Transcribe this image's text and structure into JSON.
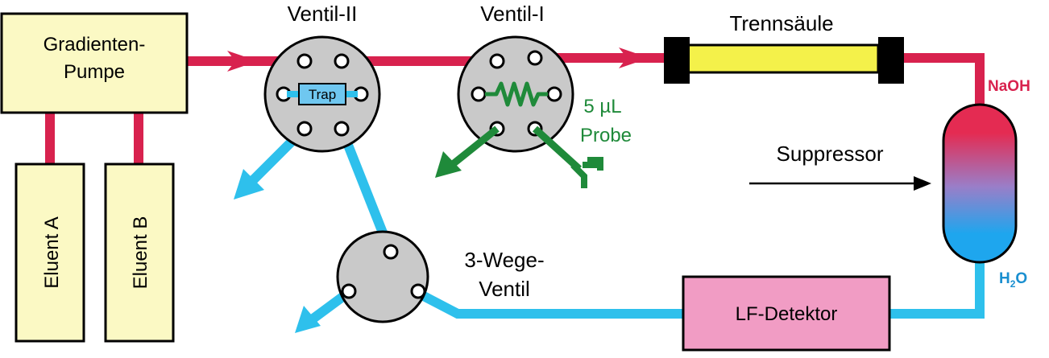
{
  "colors": {
    "eluent_line": "#d8224e",
    "water_line": "#2ec0ec",
    "probe_green": "#1f8a3a",
    "box_fill": "#fbf9c4",
    "valve_fill": "#c9c9c9",
    "column_fill": "#f4f14a",
    "trap_fill": "#6fc7f0",
    "detector_fill": "#f19cc4",
    "naoh_text": "#d8224e",
    "h2o_text": "#1a8fd0"
  },
  "pump": {
    "label_line1": "Gradienten-",
    "label_line2": "Pumpe"
  },
  "eluents": {
    "a": "Eluent A",
    "b": "Eluent B"
  },
  "valve2": {
    "label": "Ventil-II",
    "trap": "Trap"
  },
  "valve1": {
    "label": "Ventil-I"
  },
  "column": {
    "label": "Trennsäule"
  },
  "probe": {
    "line1": "5 µL",
    "line2": "Probe"
  },
  "suppressor": {
    "label": "Suppressor",
    "top": "NaOH",
    "bottom_main": "H",
    "bottom_sub": "2",
    "bottom_tail": "O"
  },
  "three_way": {
    "label_line1": "3-Wege-",
    "label_line2": "Ventil"
  },
  "detector": {
    "label": "LF-Detektor"
  }
}
